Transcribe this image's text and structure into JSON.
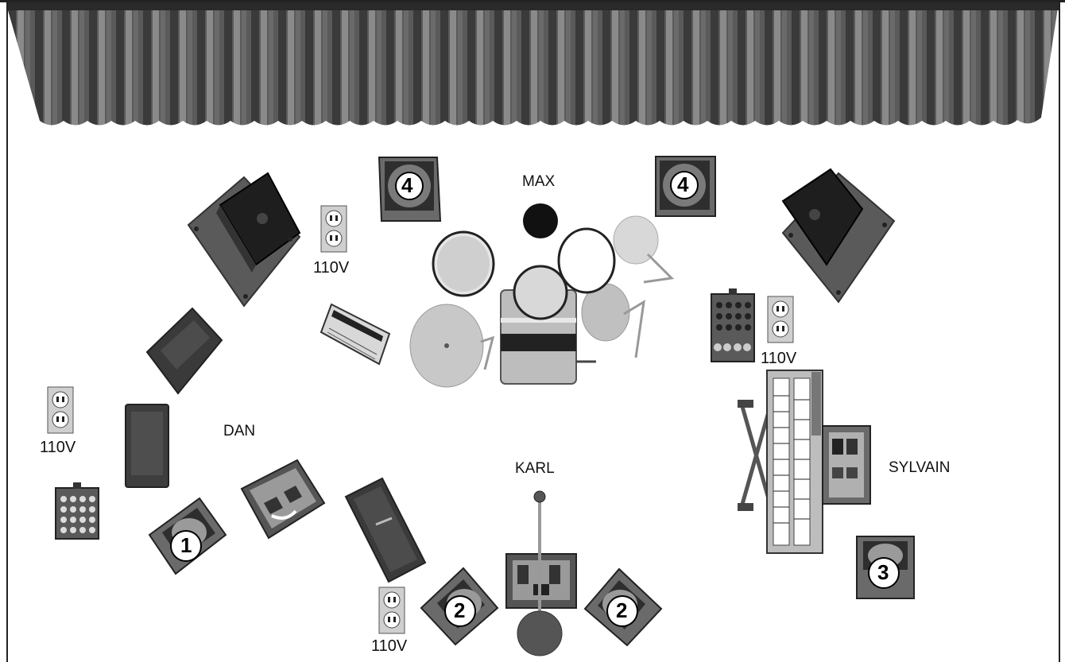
{
  "stage": {
    "musicians": {
      "max": "MAX",
      "dan": "DAN",
      "karl": "KARL",
      "sylvain": "SYLVAIN"
    },
    "monitors": {
      "m1": "1",
      "m2a": "2",
      "m2b": "2",
      "m3": "3",
      "m4a": "4",
      "m4b": "4"
    },
    "power": {
      "p1": "110V",
      "p2": "110V",
      "p3": "110V",
      "p4": "110V"
    }
  },
  "colors": {
    "curtain_dark": "#3a3a3a",
    "curtain_light": "#8a8a8a",
    "equipment": "#4a4a4a",
    "cymbal": "#c8c8c8"
  },
  "icons": [
    "stage-curtain",
    "pa-speaker",
    "wedge-monitor",
    "power-outlet",
    "drum-kit",
    "keyboard",
    "guitar-amp",
    "bass-amp",
    "pedalboard",
    "stage-box",
    "microphone-stand"
  ]
}
